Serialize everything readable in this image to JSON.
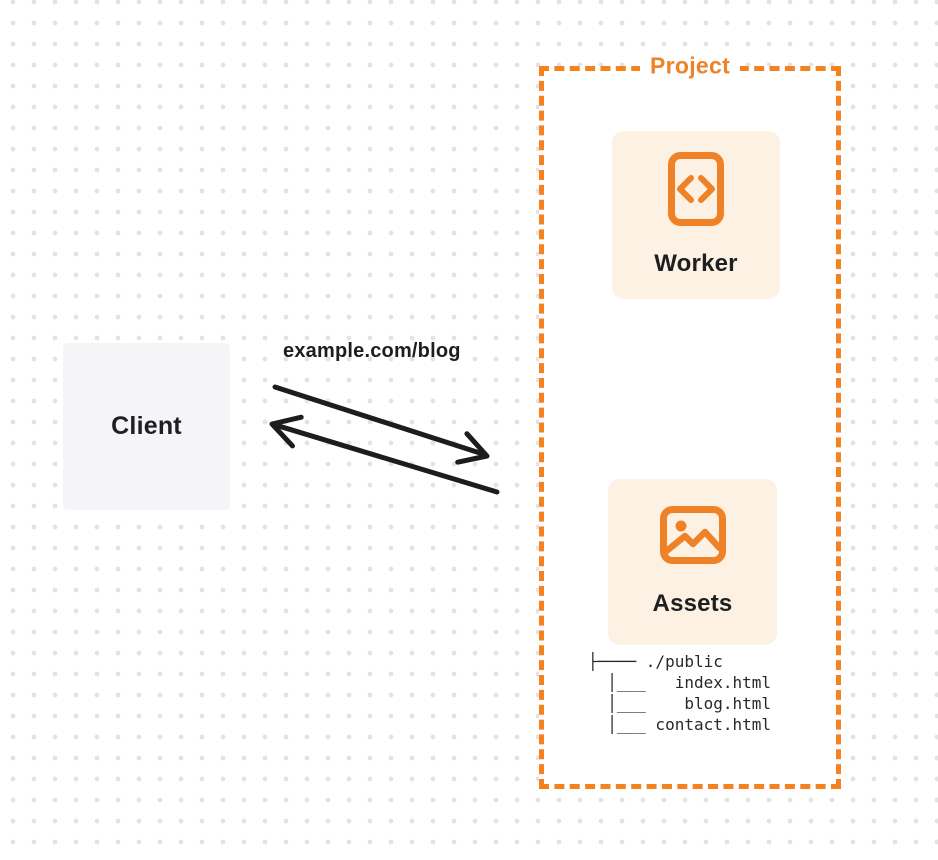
{
  "client": {
    "label": "Client"
  },
  "request": {
    "url": "example.com/blog"
  },
  "project": {
    "label": "Project",
    "worker": {
      "label": "Worker",
      "icon": "code-document-icon"
    },
    "assets": {
      "label": "Assets",
      "icon": "image-icon",
      "file_tree": [
        "├──── ./public",
        "  │___   index.html",
        "  │___    blog.html",
        "  │___ contact.html"
      ]
    }
  },
  "colors": {
    "accent_orange": "#f6821f",
    "card_background": "#fcf1e2",
    "client_background": "#f5f5f7",
    "arrow_black": "#1d1d1f",
    "dot_grid": "#e3e3e6",
    "text_dark": "#1d1f21"
  }
}
